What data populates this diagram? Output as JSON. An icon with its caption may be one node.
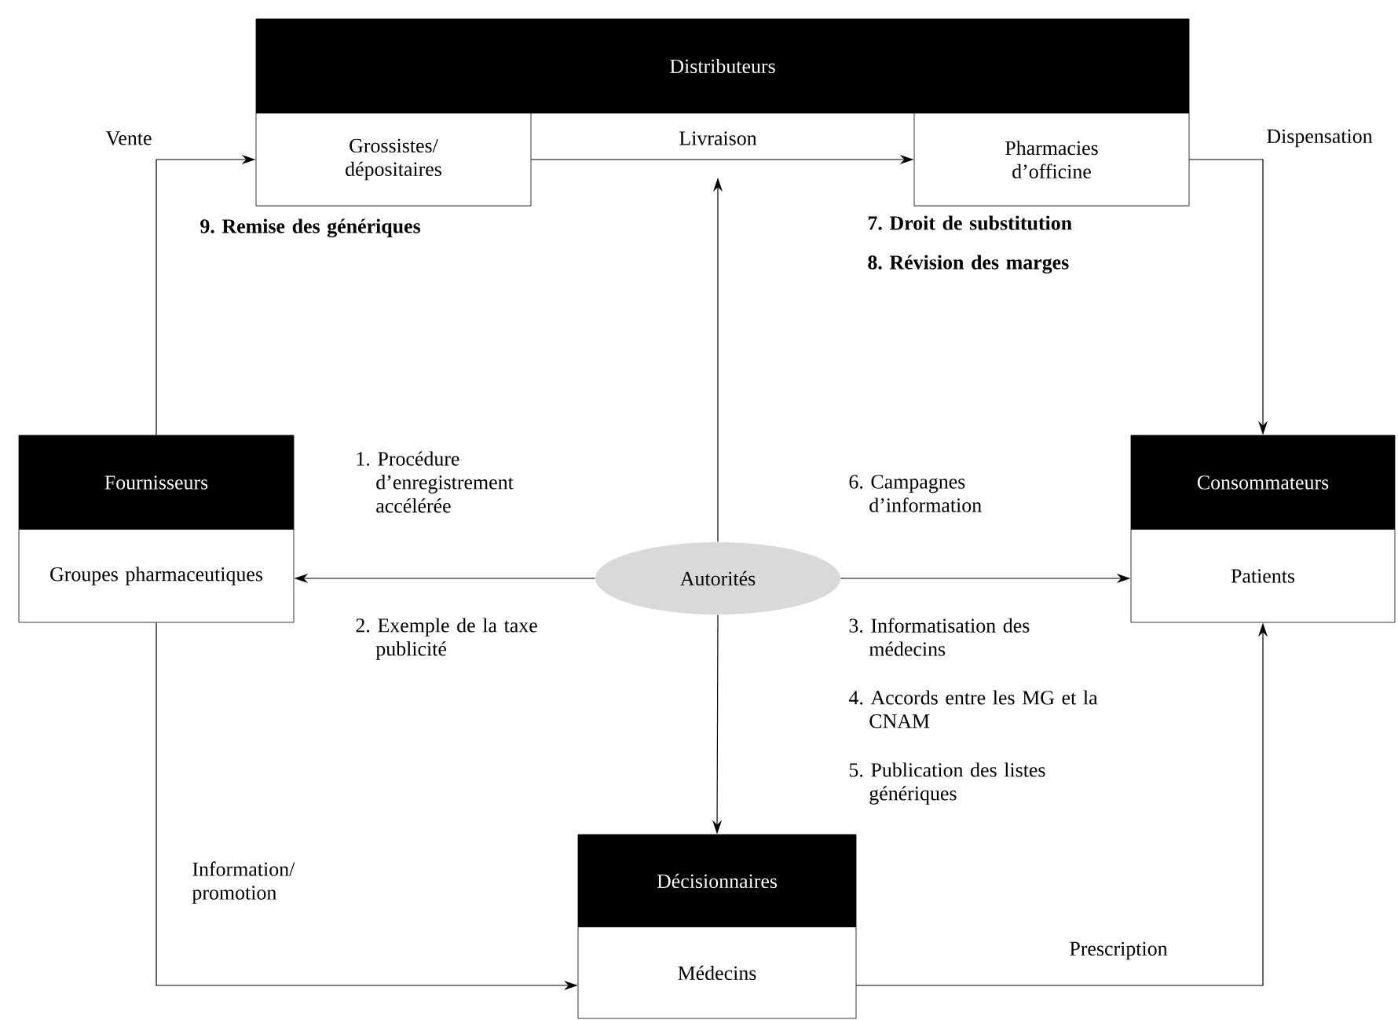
{
  "diagram": {
    "nodes": [
      {
        "text": [
          "Distributeurs"
        ]
      },
      {
        "text": [
          "Grossistes/ dépositaires"
        ]
      },
      {
        "text": [
          "Pharmacies d’officine"
        ]
      },
      {
        "text": [
          "Fournisseurs",
          "Groupes pharmaceutiques"
        ]
      },
      {
        "text": [
          "Consommateurs",
          "Patients"
        ]
      },
      {
        "text": [
          "Décisionnaires",
          "Médecins"
        ]
      },
      {
        "text": [
          "Autorités"
        ]
      }
    ],
    "edges": [
      {
        "from": 1,
        "to": 2,
        "arrow": "to",
        "label": "Livraison"
      },
      {
        "from": 3,
        "to": 1,
        "arrow": "to",
        "label": "Vente"
      },
      {
        "from": 2,
        "to": 4,
        "arrow": "to",
        "label": "Dispensation"
      },
      {
        "from": 6,
        "to": 3,
        "arrow": "to"
      },
      {
        "from": 6,
        "to": 4,
        "arrow": "to"
      },
      {
        "from": 6,
        "to": null,
        "arrow": "to"
      },
      {
        "from": 6,
        "to": 5,
        "arrow": "to"
      },
      {
        "from": 3,
        "to": 5,
        "arrow": "to",
        "label": "Information/ promotion"
      },
      {
        "from": 5,
        "to": 4,
        "arrow": "to",
        "label": "Prescription"
      }
    ],
    "labels": [
      "9. Remise des génériques",
      "7. Droit de substitution",
      "8. Révision des marges",
      "1. Procédure d’enregistrement accélérée",
      "6. Campagnes d’information",
      "2. Exemple de la taxe publicité",
      "3. Informatisation des médecins",
      "4. Accords entre les MG et la CNAM",
      "5. Publication des listes génériques"
    ]
  }
}
